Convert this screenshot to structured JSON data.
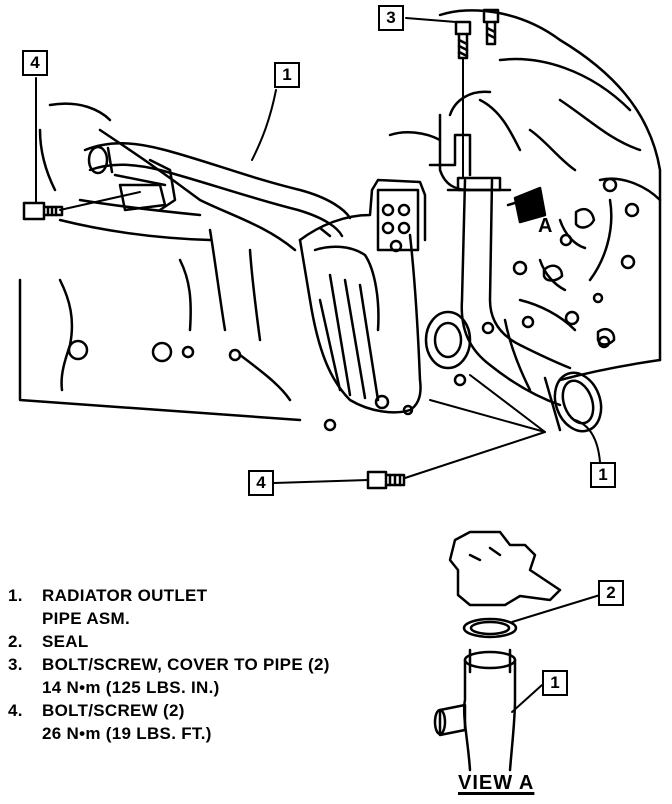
{
  "callouts": {
    "top_left_bolt": "4",
    "top_pipe": "1",
    "top_screws": "3",
    "right_pipe": "1",
    "bottom_bolt": "4",
    "view_seal": "2",
    "view_pipe": "1"
  },
  "legend": [
    {
      "num": "1.",
      "lines": [
        "RADIATOR OUTLET",
        "PIPE ASM."
      ]
    },
    {
      "num": "2.",
      "lines": [
        "SEAL"
      ]
    },
    {
      "num": "3.",
      "lines": [
        "BOLT/SCREW, COVER TO PIPE (2)",
        "14 N•m (125 LBS. IN.)"
      ]
    },
    {
      "num": "4.",
      "lines": [
        "BOLT/SCREW (2)",
        "26 N•m (19 LBS. FT.)"
      ]
    }
  ],
  "view_title": "VIEW A",
  "view_arrow_label": "A"
}
